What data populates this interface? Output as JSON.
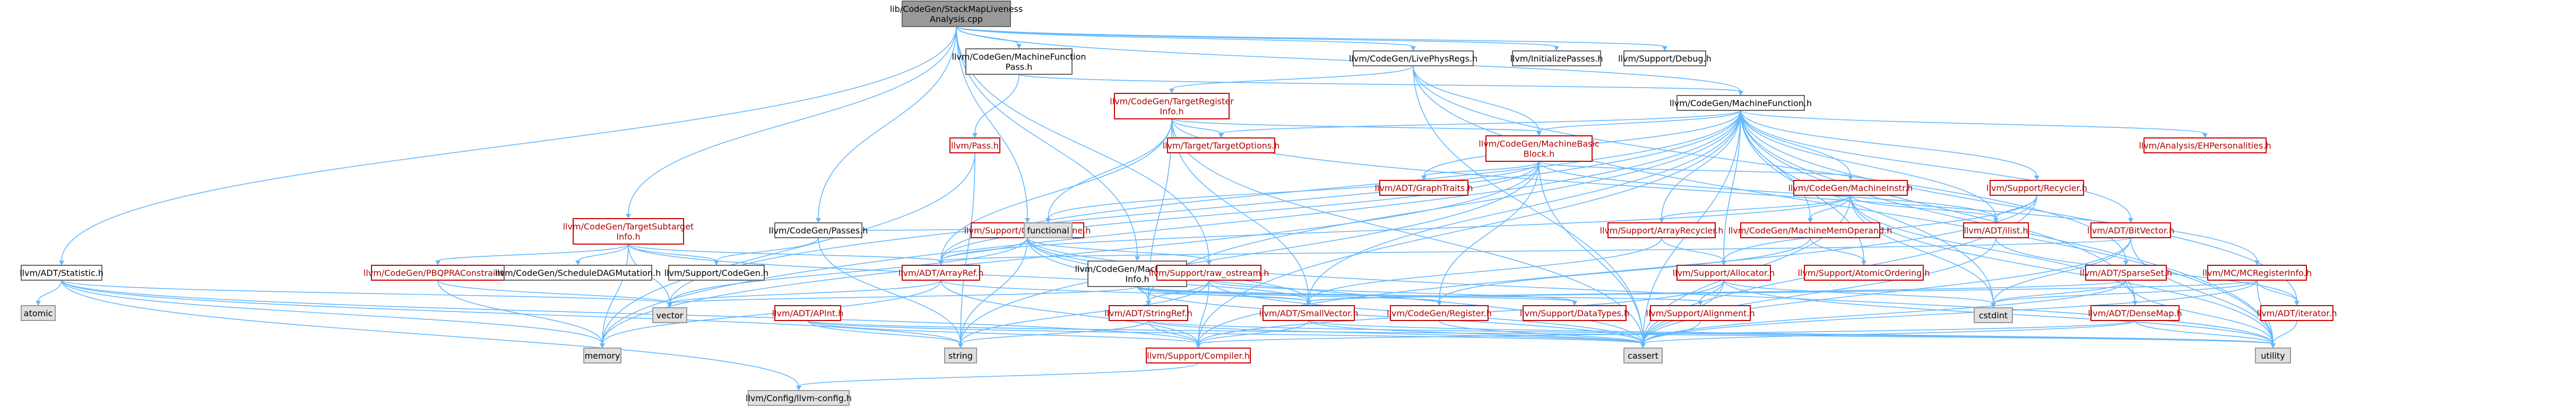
{
  "nodes": [
    {
      "id": "root",
      "label": "lib/CodeGen/StackMapLiveness\nAnalysis.cpp",
      "kind": "root"
    },
    {
      "id": "mfp",
      "label": "llvm/CodeGen/MachineFunction\nPass.h",
      "kind": "hdr"
    },
    {
      "id": "lpr",
      "label": "llvm/CodeGen/LivePhysRegs.h",
      "kind": "hdr"
    },
    {
      "id": "init",
      "label": "llvm/InitializePasses.h",
      "kind": "hdr"
    },
    {
      "id": "dbg",
      "label": "llvm/Support/Debug.h",
      "kind": "hdr"
    },
    {
      "id": "tri",
      "label": "llvm/CodeGen/TargetRegister\nInfo.h",
      "kind": "red"
    },
    {
      "id": "mf",
      "label": "llvm/CodeGen/MachineFunction.h",
      "kind": "hdr"
    },
    {
      "id": "pass",
      "label": "llvm/Pass.h",
      "kind": "red"
    },
    {
      "id": "to",
      "label": "llvm/Target/TargetOptions.h",
      "kind": "red"
    },
    {
      "id": "mbb",
      "label": "llvm/CodeGen/MachineBasic\nBlock.h",
      "kind": "red"
    },
    {
      "id": "ehp",
      "label": "llvm/Analysis/EHPersonalities.h",
      "kind": "red"
    },
    {
      "id": "cl",
      "label": "llvm/Support/CommandLine.h",
      "kind": "red"
    },
    {
      "id": "mi",
      "label": "llvm/CodeGen/MachineInstr.h",
      "kind": "red"
    },
    {
      "id": "recy",
      "label": "llvm/Support/Recycler.h",
      "kind": "red"
    },
    {
      "id": "gt",
      "label": "llvm/ADT/GraphTraits.h",
      "kind": "red"
    },
    {
      "id": "passes",
      "label": "llvm/CodeGen/Passes.h",
      "kind": "hdr"
    },
    {
      "id": "tsi",
      "label": "llvm/CodeGen/TargetSubtarget\nInfo.h",
      "kind": "red"
    },
    {
      "id": "bv",
      "label": "llvm/ADT/BitVector.h",
      "kind": "red"
    },
    {
      "id": "ilist",
      "label": "llvm/ADT/ilist.h",
      "kind": "red"
    },
    {
      "id": "mmo",
      "label": "llvm/CodeGen/MachineMemOperand.h",
      "kind": "red"
    },
    {
      "id": "ar",
      "label": "llvm/Support/ArrayRecycler.h",
      "kind": "red"
    },
    {
      "id": "stat",
      "label": "llvm/ADT/Statistic.h",
      "kind": "hdr"
    },
    {
      "id": "pbqp",
      "label": "llvm/CodeGen/PBQPRAConstraint.h",
      "kind": "red"
    },
    {
      "id": "sdag",
      "label": "llvm/CodeGen/ScheduleDAGMutation.h",
      "kind": "hdr"
    },
    {
      "id": "scg",
      "label": "llvm/Support/CodeGen.h",
      "kind": "hdr"
    },
    {
      "id": "aref",
      "label": "llvm/ADT/ArrayRef.h",
      "kind": "red"
    },
    {
      "id": "mfi",
      "label": "llvm/CodeGen/MachineFrame\nInfo.h",
      "kind": "hdr"
    },
    {
      "id": "raw",
      "label": "llvm/Support/raw_ostream.h",
      "kind": "red"
    },
    {
      "id": "alloc",
      "label": "llvm/Support/Allocator.h",
      "kind": "red"
    },
    {
      "id": "atomic_o",
      "label": "llvm/Support/AtomicOrdering.h",
      "kind": "red"
    },
    {
      "id": "sset",
      "label": "llvm/ADT/SparseSet.h",
      "kind": "red"
    },
    {
      "id": "mcri",
      "label": "llvm/MC/MCRegisterInfo.h",
      "kind": "red"
    },
    {
      "id": "atomic",
      "label": "atomic",
      "kind": "std"
    },
    {
      "id": "apint",
      "label": "llvm/ADT/APInt.h",
      "kind": "red"
    },
    {
      "id": "sref",
      "label": "llvm/ADT/StringRef.h",
      "kind": "red"
    },
    {
      "id": "svec",
      "label": "llvm/ADT/SmallVector.h",
      "kind": "red"
    },
    {
      "id": "creg",
      "label": "llvm/CodeGen/Register.h",
      "kind": "red"
    },
    {
      "id": "dtypes",
      "label": "llvm/Support/DataTypes.h",
      "kind": "red"
    },
    {
      "id": "align",
      "label": "llvm/Support/Alignment.h",
      "kind": "red"
    },
    {
      "id": "dmap",
      "label": "llvm/ADT/DenseMap.h",
      "kind": "red"
    },
    {
      "id": "iter",
      "label": "llvm/ADT/iterator.h",
      "kind": "red"
    },
    {
      "id": "functional",
      "label": "functional",
      "kind": "std"
    },
    {
      "id": "vector",
      "label": "vector",
      "kind": "std"
    },
    {
      "id": "cstdint",
      "label": "cstdint",
      "kind": "std"
    },
    {
      "id": "memory",
      "label": "memory",
      "kind": "std"
    },
    {
      "id": "string",
      "label": "string",
      "kind": "std"
    },
    {
      "id": "compiler",
      "label": "llvm/Support/Compiler.h",
      "kind": "red"
    },
    {
      "id": "cassert",
      "label": "cassert",
      "kind": "std"
    },
    {
      "id": "utility",
      "label": "utility",
      "kind": "std"
    },
    {
      "id": "llvmcfg",
      "label": "llvm/Config/llvm-config.h",
      "kind": "std"
    }
  ],
  "edges": [
    [
      "root",
      "mfp"
    ],
    [
      "root",
      "lpr"
    ],
    [
      "root",
      "init"
    ],
    [
      "root",
      "dbg"
    ],
    [
      "root",
      "stat"
    ],
    [
      "root",
      "tsi"
    ],
    [
      "root",
      "passes"
    ],
    [
      "root",
      "cl"
    ],
    [
      "root",
      "raw"
    ],
    [
      "root",
      "mf"
    ],
    [
      "root",
      "mfi"
    ],
    [
      "mfp",
      "pass"
    ],
    [
      "mfp",
      "mf"
    ],
    [
      "lpr",
      "tri"
    ],
    [
      "lpr",
      "mbb"
    ],
    [
      "lpr",
      "sset"
    ],
    [
      "lpr",
      "cassert"
    ],
    [
      "lpr",
      "utility"
    ],
    [
      "tri",
      "to"
    ],
    [
      "tri",
      "mbb"
    ],
    [
      "tri",
      "aref"
    ],
    [
      "tri",
      "sref"
    ],
    [
      "tri",
      "svec"
    ],
    [
      "tri",
      "functional"
    ],
    [
      "tri",
      "cassert"
    ],
    [
      "tri",
      "mcri"
    ],
    [
      "mf",
      "to"
    ],
    [
      "mf",
      "mbb"
    ],
    [
      "mf",
      "ehp"
    ],
    [
      "mf",
      "mi"
    ],
    [
      "mf",
      "recy"
    ],
    [
      "mf",
      "gt"
    ],
    [
      "mf",
      "bv"
    ],
    [
      "mf",
      "ilist"
    ],
    [
      "mf",
      "mmo"
    ],
    [
      "mf",
      "ar"
    ],
    [
      "mf",
      "alloc"
    ],
    [
      "mf",
      "aref"
    ],
    [
      "mf",
      "svec"
    ],
    [
      "mf",
      "sref"
    ],
    [
      "mf",
      "dmap"
    ],
    [
      "mf",
      "iter"
    ],
    [
      "mf",
      "cassert"
    ],
    [
      "mf",
      "cstdint"
    ],
    [
      "mf",
      "memory"
    ],
    [
      "mf",
      "utility"
    ],
    [
      "mf",
      "vector"
    ],
    [
      "mf",
      "compiler"
    ],
    [
      "mf",
      "atomic_o"
    ],
    [
      "pass",
      "string"
    ],
    [
      "pass",
      "memory"
    ],
    [
      "mbb",
      "gt"
    ],
    [
      "mbb",
      "ilist"
    ],
    [
      "mbb",
      "mi"
    ],
    [
      "mbb",
      "functional"
    ],
    [
      "mbb",
      "string"
    ],
    [
      "mbb",
      "cassert"
    ],
    [
      "mbb",
      "memory"
    ],
    [
      "mbb",
      "aref"
    ],
    [
      "mbb",
      "creg"
    ],
    [
      "mi",
      "ilist"
    ],
    [
      "mi",
      "mmo"
    ],
    [
      "mi",
      "ar"
    ],
    [
      "mi",
      "dmap"
    ],
    [
      "mi",
      "cstdint"
    ],
    [
      "mi",
      "utility"
    ],
    [
      "mi",
      "cassert"
    ],
    [
      "mi",
      "aref"
    ],
    [
      "recy",
      "ilist"
    ],
    [
      "recy",
      "alloc"
    ],
    [
      "recy",
      "cassert"
    ],
    [
      "recy",
      "compiler"
    ],
    [
      "cl",
      "aref"
    ],
    [
      "cl",
      "sref"
    ],
    [
      "cl",
      "svec"
    ],
    [
      "cl",
      "functional"
    ],
    [
      "cl",
      "vector"
    ],
    [
      "cl",
      "string"
    ],
    [
      "cl",
      "cassert"
    ],
    [
      "cl",
      "raw"
    ],
    [
      "cl",
      "utility"
    ],
    [
      "passes",
      "scg"
    ],
    [
      "passes",
      "functional"
    ],
    [
      "passes",
      "string"
    ],
    [
      "tsi",
      "pbqp"
    ],
    [
      "tsi",
      "sdag"
    ],
    [
      "tsi",
      "scg"
    ],
    [
      "tsi",
      "aref"
    ],
    [
      "tsi",
      "svec"
    ],
    [
      "tsi",
      "vector"
    ],
    [
      "tsi",
      "memory"
    ],
    [
      "bv",
      "aref"
    ],
    [
      "bv",
      "cassert"
    ],
    [
      "bv",
      "utility"
    ],
    [
      "bv",
      "cstdint"
    ],
    [
      "ilist",
      "cassert"
    ],
    [
      "ilist",
      "iter"
    ],
    [
      "mmo",
      "atomic_o"
    ],
    [
      "mmo",
      "creg"
    ],
    [
      "ar",
      "alloc"
    ],
    [
      "ar",
      "svec"
    ],
    [
      "stat",
      "atomic"
    ],
    [
      "stat",
      "memory"
    ],
    [
      "stat",
      "vector"
    ],
    [
      "stat",
      "string"
    ],
    [
      "stat",
      "compiler"
    ],
    [
      "stat",
      "llvmcfg"
    ],
    [
      "pbqp",
      "vector"
    ],
    [
      "pbqp",
      "memory"
    ],
    [
      "aref",
      "svec"
    ],
    [
      "aref",
      "compiler"
    ],
    [
      "aref",
      "vector"
    ],
    [
      "aref",
      "memory"
    ],
    [
      "mfi",
      "svec"
    ],
    [
      "mfi",
      "creg"
    ],
    [
      "mfi",
      "dtypes"
    ],
    [
      "mfi",
      "align"
    ],
    [
      "mfi",
      "cassert"
    ],
    [
      "mfi",
      "vector"
    ],
    [
      "raw",
      "sref"
    ],
    [
      "raw",
      "dtypes"
    ],
    [
      "raw",
      "cassert"
    ],
    [
      "raw",
      "string"
    ],
    [
      "raw",
      "compiler"
    ],
    [
      "alloc",
      "align"
    ],
    [
      "alloc",
      "compiler"
    ],
    [
      "alloc",
      "cassert"
    ],
    [
      "alloc",
      "cstdint"
    ],
    [
      "alloc",
      "utility"
    ],
    [
      "sset",
      "svec"
    ],
    [
      "sset",
      "cassert"
    ],
    [
      "sset",
      "cstdint"
    ],
    [
      "sset",
      "utility"
    ],
    [
      "mcri",
      "iter"
    ],
    [
      "mcri",
      "svec"
    ],
    [
      "mcri",
      "cassert"
    ],
    [
      "mcri",
      "cstdint"
    ],
    [
      "mcri",
      "utility"
    ],
    [
      "apint",
      "compiler"
    ],
    [
      "apint",
      "cassert"
    ],
    [
      "apint",
      "string"
    ],
    [
      "apint",
      "utility"
    ],
    [
      "sref",
      "compiler"
    ],
    [
      "sref",
      "cassert"
    ],
    [
      "sref",
      "string"
    ],
    [
      "sref",
      "utility"
    ],
    [
      "svec",
      "compiler"
    ],
    [
      "svec",
      "cassert"
    ],
    [
      "svec",
      "utility"
    ],
    [
      "creg",
      "cassert"
    ],
    [
      "align",
      "cassert"
    ],
    [
      "dmap",
      "compiler"
    ],
    [
      "dmap",
      "cassert"
    ],
    [
      "dmap",
      "utility"
    ],
    [
      "iter",
      "utility"
    ],
    [
      "compiler",
      "llvmcfg"
    ]
  ]
}
